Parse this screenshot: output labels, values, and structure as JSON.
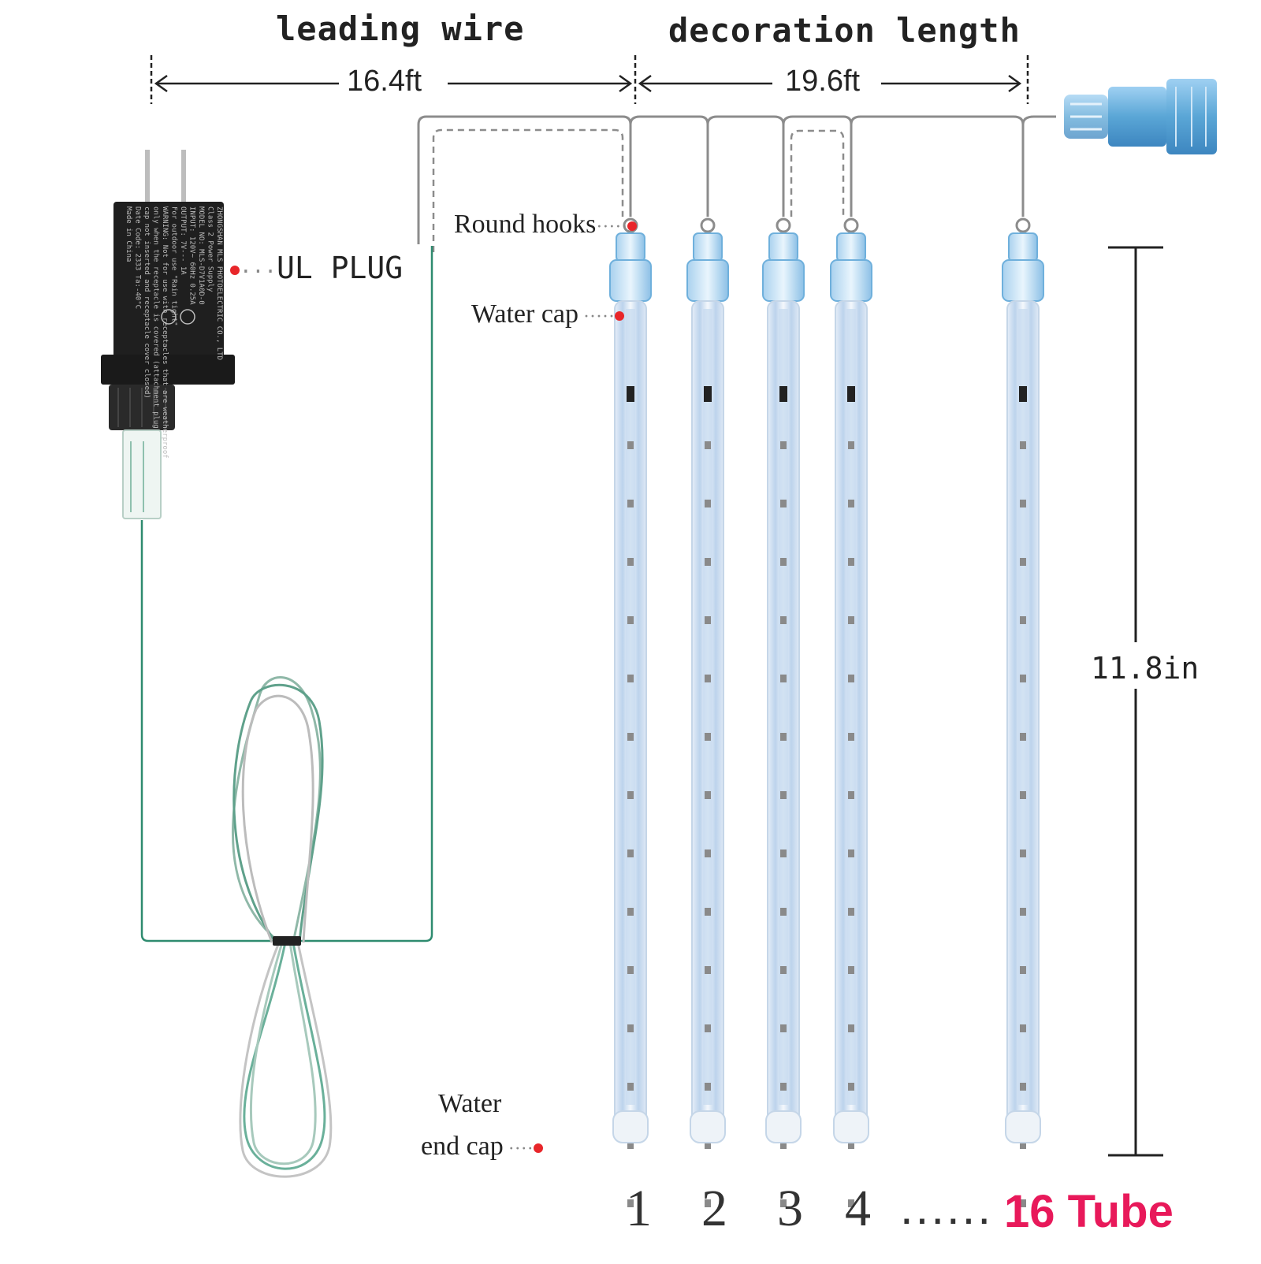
{
  "header": {
    "leading_wire": "leading wire",
    "decoration_length": "decoration length"
  },
  "dimensions": {
    "leading_length": "16.4ft",
    "decoration_length": "19.6ft",
    "tube_length": "11.8in"
  },
  "callouts": {
    "ul_plug": "UL PLUG",
    "round_hooks": "Round hooks",
    "water_cap": "Water cap",
    "water_end_cap_line1": "Water",
    "water_end_cap_line2": "end cap"
  },
  "plug_label_lines": [
    "ZHONGSHAN MLS PHOTOELECTRIC CO., LTD",
    "Class 2 Power Supply",
    "MODEL NO: MLS-D7V1A0D-0",
    "INPUT: 120V~ 60Hz 0.25A",
    "OUTPUT: 7V--- 1A",
    "For outdoor use \"Rain tight\"",
    "WARNING: Not for use with receptacles that are weatherproof",
    "only when the receptacle is covered (attachment plug",
    "cap not inserted and receptacle cover closed)",
    "Date Code: 2333 Ta:-40°C",
    "Made in China"
  ],
  "tubes": {
    "numbers": [
      "1",
      "2",
      "3",
      "4"
    ],
    "ellipsis": "......",
    "last": "16 Tube"
  },
  "colors": {
    "accent": "#e8195a",
    "callout_dot": "#e8262a",
    "wire": "#2e8b6f",
    "tube_glow": "#cfe2f3",
    "tube_led": "#9e9e9e",
    "connector": "#5aa6d6"
  }
}
